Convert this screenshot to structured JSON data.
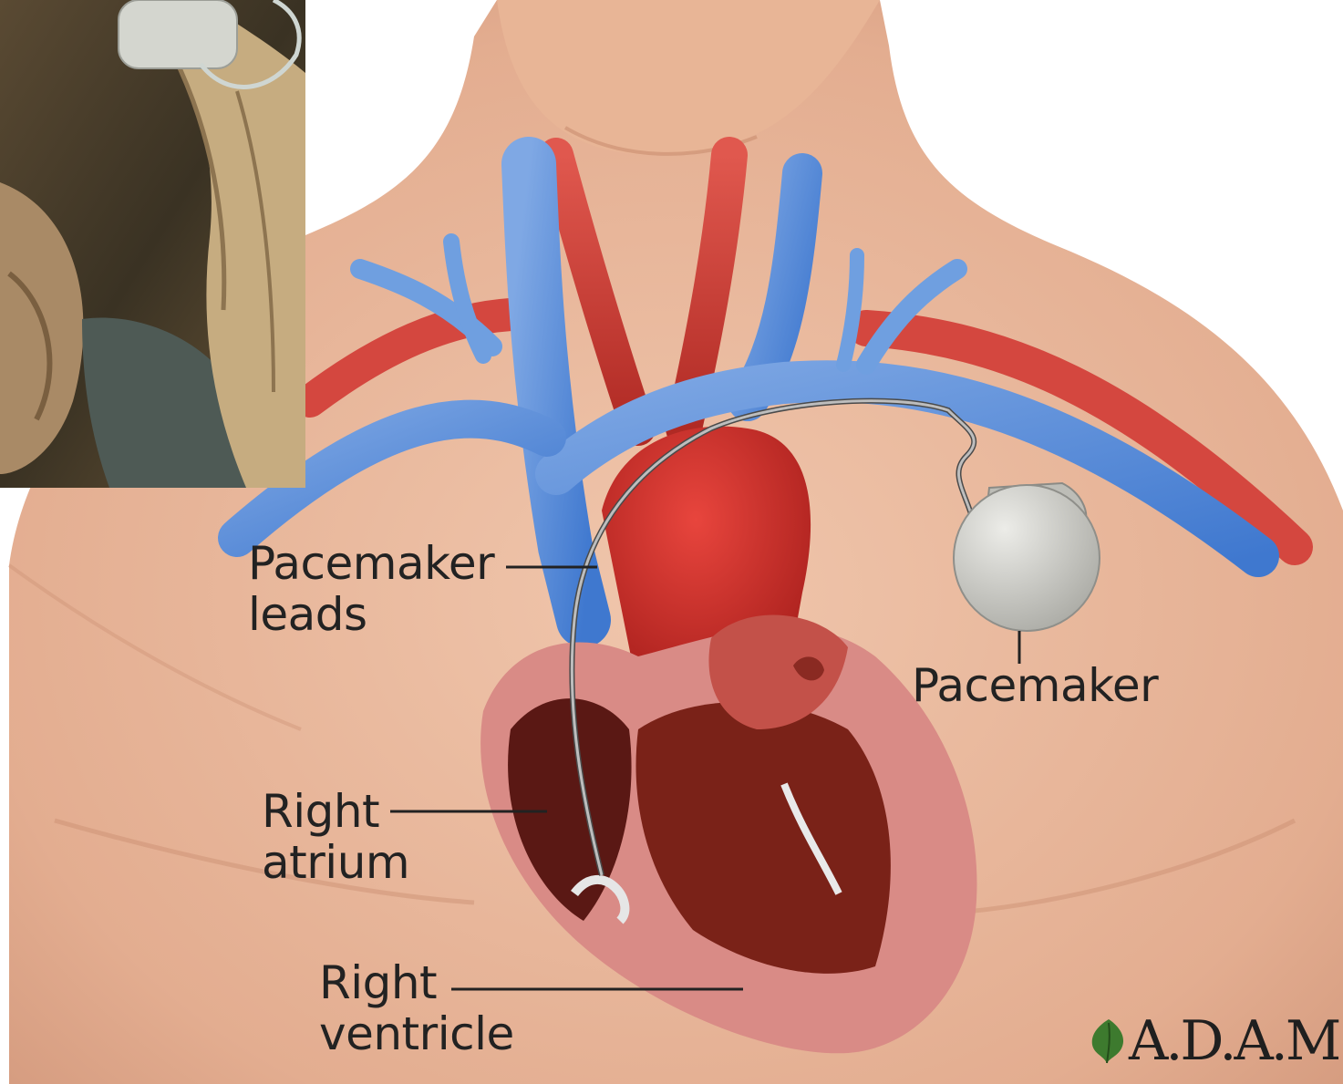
{
  "labels": {
    "pacemaker_leads": [
      "Pacemaker",
      "leads"
    ],
    "pacemaker": "Pacemaker",
    "right_atrium": [
      "Right",
      "atrium"
    ],
    "right_ventricle": [
      "Right",
      "ventricle"
    ]
  },
  "logo": {
    "text": "A.D.A.M."
  },
  "colors": {
    "skin": "#e8b89a",
    "vein": "#5b8fd6",
    "artery": "#c9302c",
    "heart": "#c82a26",
    "device": "#c9c9c4"
  }
}
